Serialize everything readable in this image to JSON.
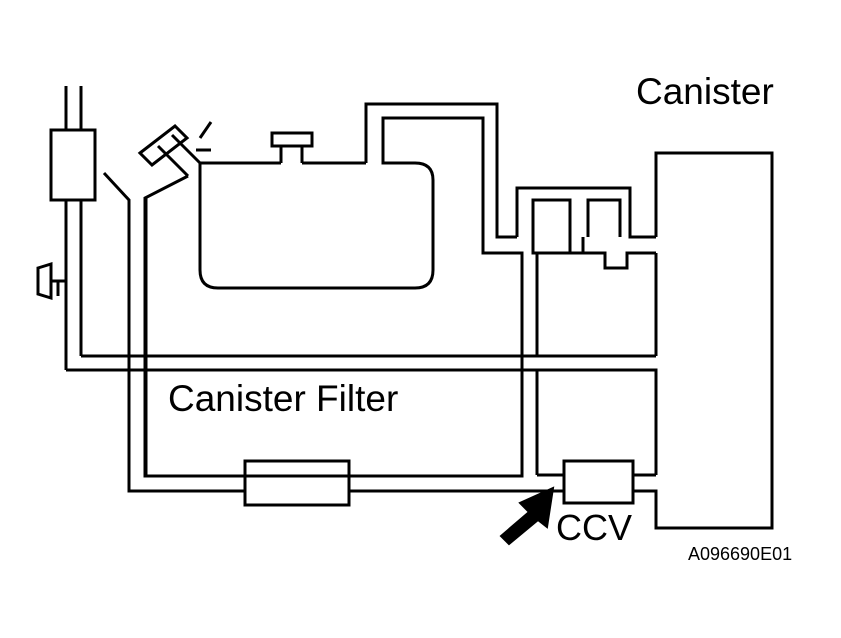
{
  "labels": {
    "canister": "Canister",
    "canister_filter": "Canister Filter",
    "ccv": "CCV",
    "figure_code": "A096690E01"
  },
  "colors": {
    "line": "#000000",
    "background": "#ffffff"
  }
}
